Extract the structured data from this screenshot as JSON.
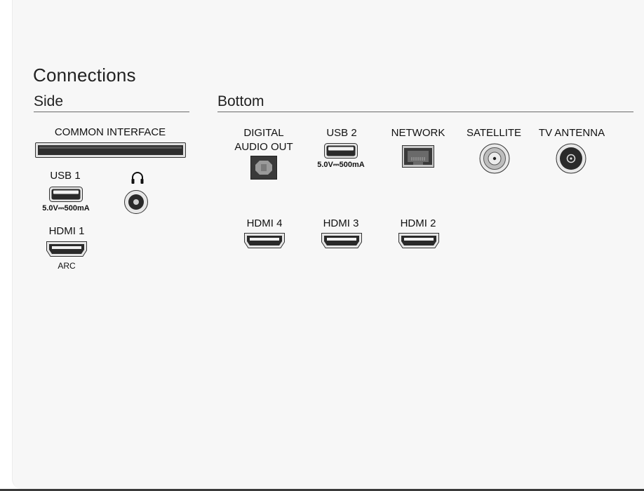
{
  "title": "Connections",
  "sections": {
    "side": "Side",
    "bottom": "Bottom"
  },
  "side": {
    "common_interface": "COMMON INTERFACE",
    "usb1": {
      "label": "USB 1",
      "power": "5.0V⎓500mA"
    },
    "hdmi1": {
      "label": "HDMI 1",
      "sub": "ARC"
    }
  },
  "bottom": {
    "digital_audio_out": [
      "DIGITAL",
      "AUDIO OUT"
    ],
    "usb2": {
      "label": "USB 2",
      "power": "5.0V⎓500mA"
    },
    "network": "NETWORK",
    "satellite": "SATELLITE",
    "tv_antenna": "TV ANTENNA",
    "hdmi4": "HDMI 4",
    "hdmi3": "HDMI 3",
    "hdmi2": "HDMI 2"
  },
  "icons": {
    "headphone": "headphone-icon",
    "usb": "usb-port-icon",
    "hdmi": "hdmi-port-icon",
    "optical": "optical-port-icon",
    "ethernet": "ethernet-port-icon",
    "coax": "coax-port-icon"
  },
  "colors": {
    "background": "#f7f7f7",
    "port_dark": "#2a2a2a",
    "rule": "#6b6b6b"
  }
}
